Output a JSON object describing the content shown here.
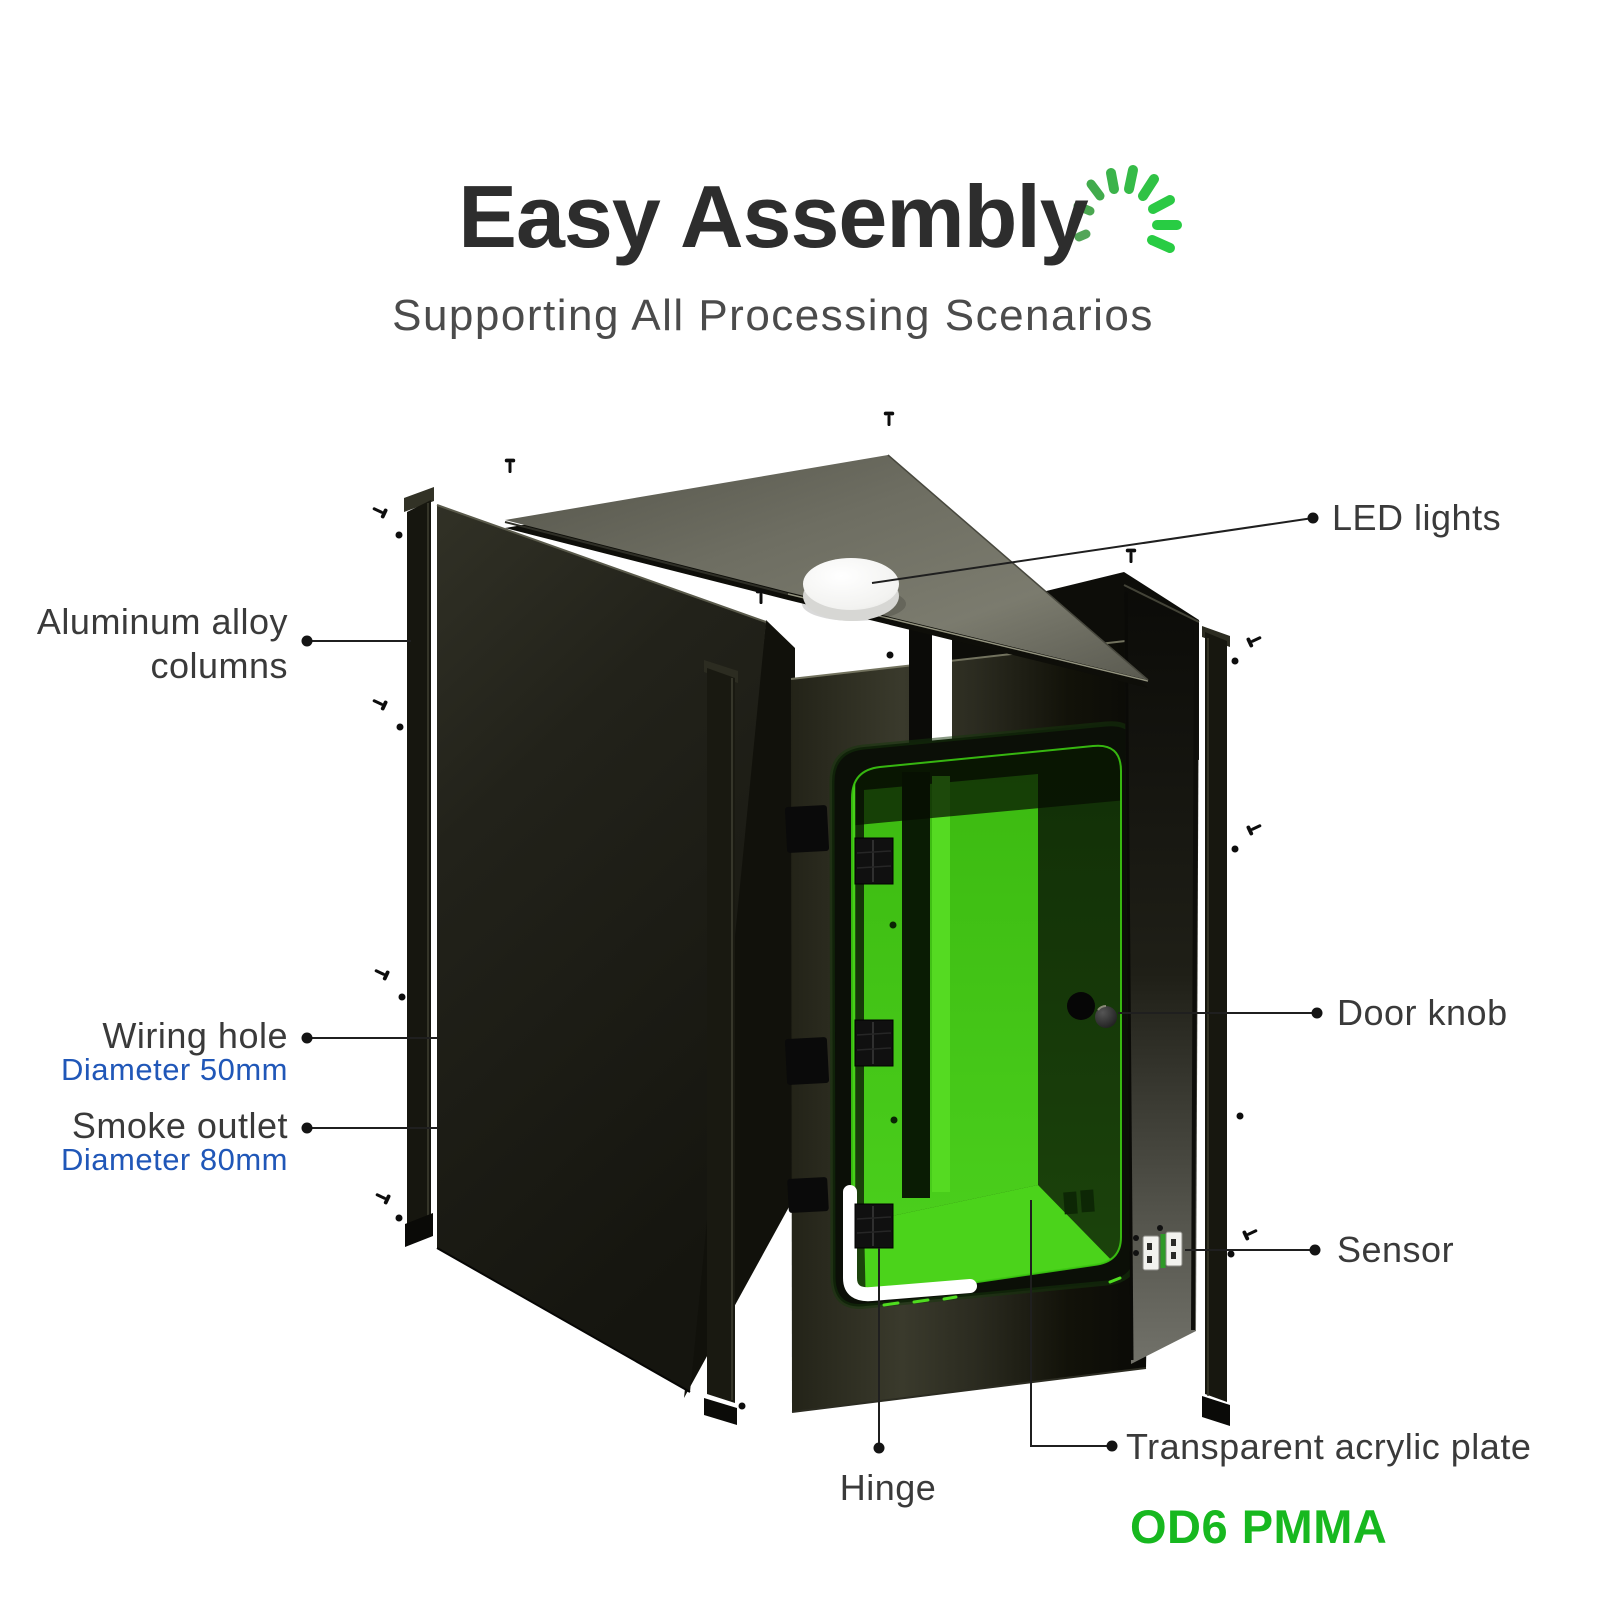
{
  "header": {
    "title": "Easy Assembly",
    "subtitle": "Supporting All Processing Scenarios"
  },
  "labels": {
    "led_lights": "LED lights",
    "aluminum_line1": "Aluminum alloy",
    "aluminum_line2": "columns",
    "wiring_hole": "Wiring hole",
    "wiring_hole_diameter": "Diameter 50mm",
    "smoke_outlet": "Smoke outlet",
    "smoke_outlet_diameter": "Diameter 80mm",
    "door_knob": "Door knob",
    "sensor": "Sensor",
    "hinge": "Hinge",
    "acrylic_plate": "Transparent acrylic plate",
    "acrylic_material": "OD6 PMMA"
  },
  "colors": {
    "title_dark": "#2d2d2d",
    "label_gray": "#3a3a3a",
    "link_blue": "#2057b8",
    "accent_green": "#17b81f",
    "burst_green": "#2ecc43",
    "glass_bright_green": "#45c917",
    "panel_black": "#14140e"
  }
}
